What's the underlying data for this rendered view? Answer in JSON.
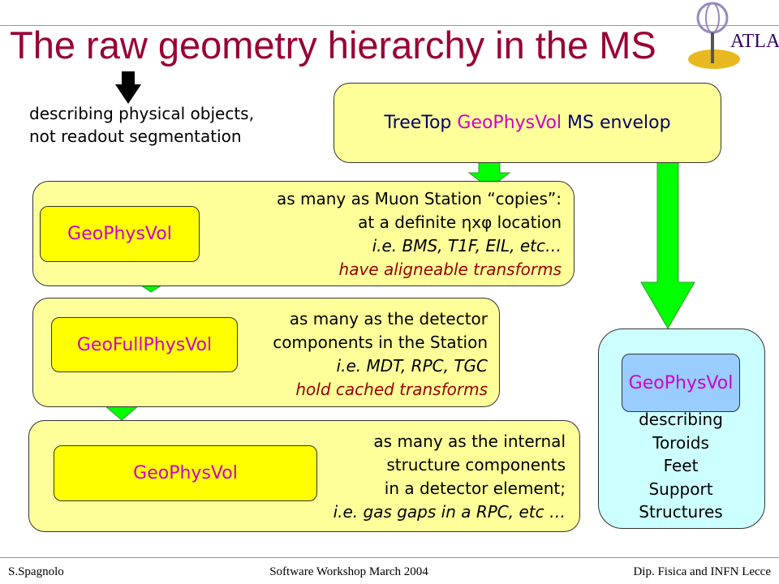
{
  "title": "The raw geometry hierarchy in the MS",
  "logo_text": "ATLAS",
  "note": [
    "describing physical objects,",
    "not readout segmentation"
  ],
  "top_box": {
    "a": "TreeTop",
    "b": "GeoPhysVol",
    "c": "MS envelop"
  },
  "level1": {
    "label": "GeoPhysVol",
    "lines": [
      "as many as Muon Station “copies”:",
      "at a definite ηxφ location",
      "i.e. BMS, T1F, EIL, etc…",
      "have aligneable transforms"
    ]
  },
  "level2": {
    "label": "GeoFullPhysVol",
    "lines": [
      "as many as the detector",
      "components in the Station",
      "i.e. MDT, RPC, TGC",
      "hold cached transforms"
    ]
  },
  "level3": {
    "label": "GeoPhysVol",
    "lines": [
      "as many as the internal",
      "structure components",
      "in a detector element;",
      "i.e. gas gaps in a RPC, etc …"
    ]
  },
  "right": {
    "label": "GeoPhysVol",
    "lines": [
      "describing",
      "Toroids",
      "Feet",
      "Support",
      "Structures"
    ]
  },
  "footer": {
    "left": "S.Spagnolo",
    "center": "Software Workshop March 2004",
    "right": "Dip. Fisica and INFN Lecce"
  },
  "colors": {
    "title": "#990033",
    "box": "#ffff99",
    "inner": "#ffff00",
    "arrow": "#00ff00",
    "magenta": "#cc00cc",
    "right_box": "#ccffff",
    "right_inner": "#99ccff"
  }
}
